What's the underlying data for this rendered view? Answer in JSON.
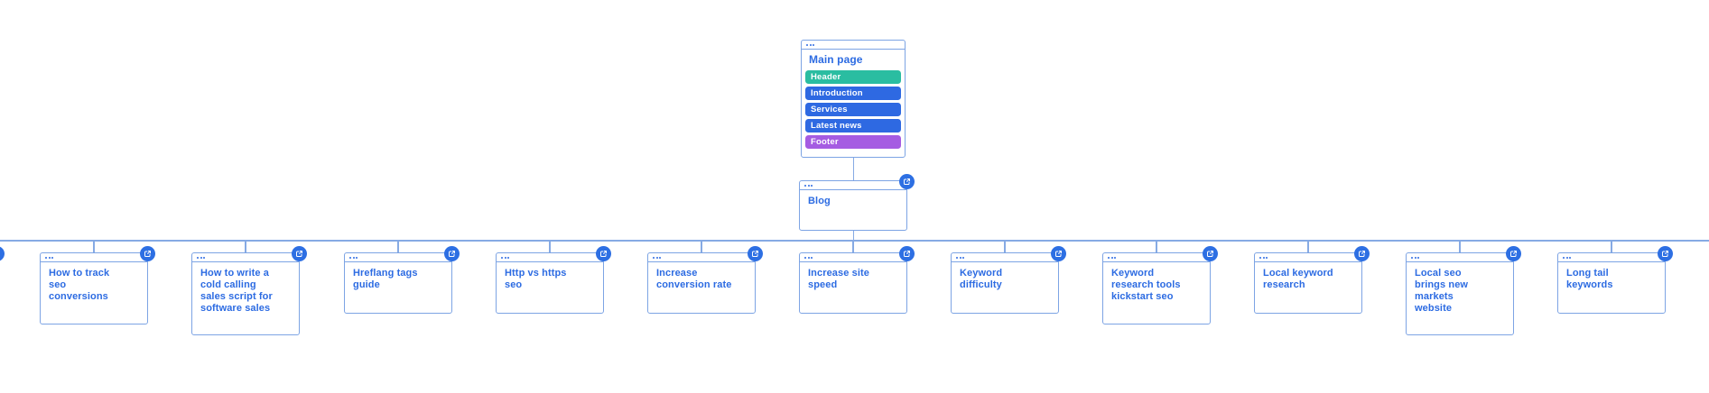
{
  "palette": {
    "connector_line": "#86aae4",
    "card_border": "#7da4e4",
    "title_text": "#2c6be2",
    "badge_blue": "#2d6fe3",
    "section_teal": "#2abda1",
    "section_blue": "#2e69e2",
    "section_purple": "#a55ce2",
    "canvas_bg": "#ffffff"
  },
  "icons": {
    "card_menu": "ellipsis-dots",
    "open_page": "external-link"
  },
  "tree": {
    "root": {
      "title": "Main page",
      "sections": [
        {
          "label": "Header",
          "color": "#2abda1"
        },
        {
          "label": "Introduction",
          "color": "#2e69e2"
        },
        {
          "label": "Services",
          "color": "#2e69e2"
        },
        {
          "label": "Latest news",
          "color": "#2e69e2"
        },
        {
          "label": "Footer",
          "color": "#a55ce2"
        }
      ]
    },
    "blog": {
      "title": "Blog"
    },
    "children": [
      {
        "title": "How to track\nseo\nconversions"
      },
      {
        "title": "How to write a\ncold calling\nsales script for\nsoftware sales"
      },
      {
        "title": "Hreflang tags\nguide"
      },
      {
        "title": "Http vs https\nseo"
      },
      {
        "title": "Increase\nconversion rate"
      },
      {
        "title": "Increase site\nspeed"
      },
      {
        "title": "Keyword\ndifficulty"
      },
      {
        "title": "Keyword\nresearch tools\nkickstart seo"
      },
      {
        "title": "Local keyword\nresearch"
      },
      {
        "title": "Local seo\nbrings new\nmarkets\nwebsite"
      },
      {
        "title": "Long tail\nkeywords"
      }
    ]
  }
}
